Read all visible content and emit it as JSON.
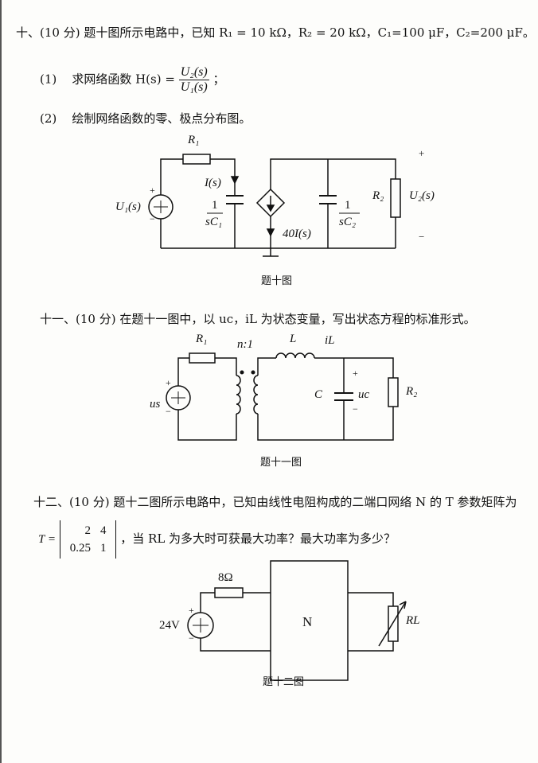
{
  "q10": {
    "header": "十、(10 分) 题十图所示电路中，已知 R₁ = 10 kΩ，R₂ = 20 kΩ，C₁=100 μF，C₂=200 μF。",
    "part1_num": "(1)",
    "part1_text": "求网络函数 H(s) =",
    "part1_num_expr": "U₂(s)",
    "part1_den_expr": "U₁(s)",
    "part1_end": "；",
    "part2_num": "(2)",
    "part2_text": "绘制网络函数的零、极点分布图。",
    "labels": {
      "R1": "R₁",
      "Is": "I(s)",
      "U1": "U₁(s)",
      "one": "1",
      "sC1": "sC₁",
      "dep": "40I(s)",
      "sC2": "sC₂",
      "R2": "R₂",
      "U2": "U₂(s)",
      "plus": "+",
      "minus": "−"
    },
    "caption": "题十图"
  },
  "q11": {
    "header": "十一、(10 分) 在题十一图中，以 uc，iL 为状态变量，写出状态方程的标准形式。",
    "labels": {
      "R1": "R₁",
      "n": "n:1",
      "L": "L",
      "iL": "iL",
      "us": "us",
      "C": "C",
      "uc": "uc",
      "R2": "R₂",
      "plus": "+",
      "minus": "−"
    },
    "caption": "题十一图"
  },
  "q12": {
    "header": "十二、(10 分) 题十二图所示电路中，已知由线性电阻构成的二端口网络 N 的 T 参数矩阵为",
    "T_label": "T =",
    "matrix": [
      [
        "2",
        "4"
      ],
      [
        "0.25",
        "1"
      ]
    ],
    "question": "，当 RL 为多大时可获最大功率？最大功率为多少？",
    "labels": {
      "R": "8Ω",
      "V": "24V",
      "N": "N",
      "RL": "RL",
      "plus": "+",
      "minus": "−"
    },
    "caption": "题十二图"
  }
}
